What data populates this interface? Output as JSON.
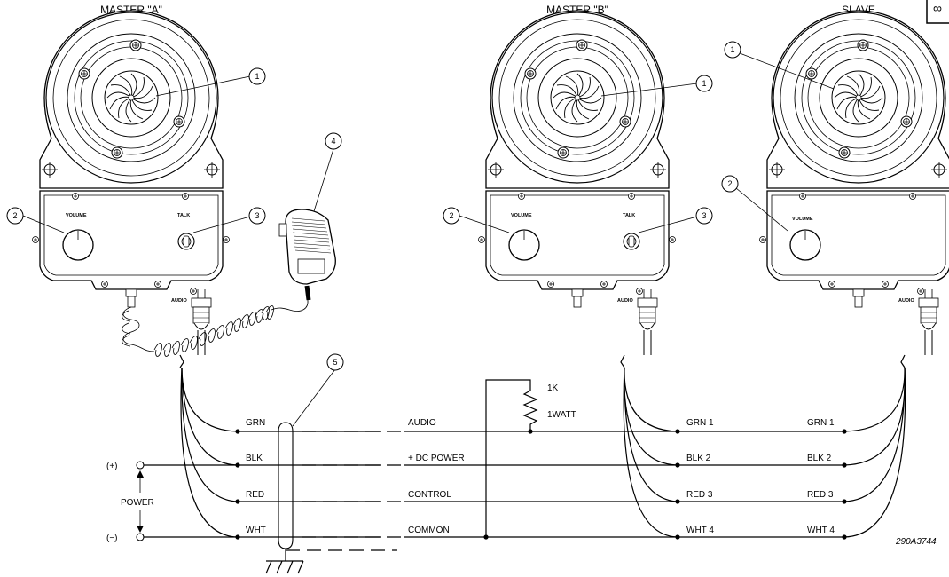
{
  "headers": {
    "master_a": "MASTER \"A\"",
    "master_b": "MASTER \"B\"",
    "slave": "SLAVE"
  },
  "panel": {
    "volume": "VOLUME",
    "talk": "TALK",
    "audio": "AUDIO"
  },
  "callouts": {
    "c1": "1",
    "c2": "2",
    "c3": "3",
    "c4": "4",
    "c5": "5"
  },
  "wires_left": {
    "grn": "GRN",
    "blk": "BLK",
    "red": "RED",
    "wht": "WHT"
  },
  "signals": {
    "audio": "AUDIO",
    "dc_power": "+ DC POWER",
    "control": "CONTROL",
    "common": "COMMON"
  },
  "power": {
    "plus": "(+)",
    "label": "POWER",
    "minus": "(−)"
  },
  "resistor": {
    "value": "1K",
    "rating": "1WATT"
  },
  "wires_right": {
    "grn": "GRN 1",
    "blk": "BLK 2",
    "red": "RED 3",
    "wht": "WHT 4"
  },
  "drawing_number": "290A3744"
}
